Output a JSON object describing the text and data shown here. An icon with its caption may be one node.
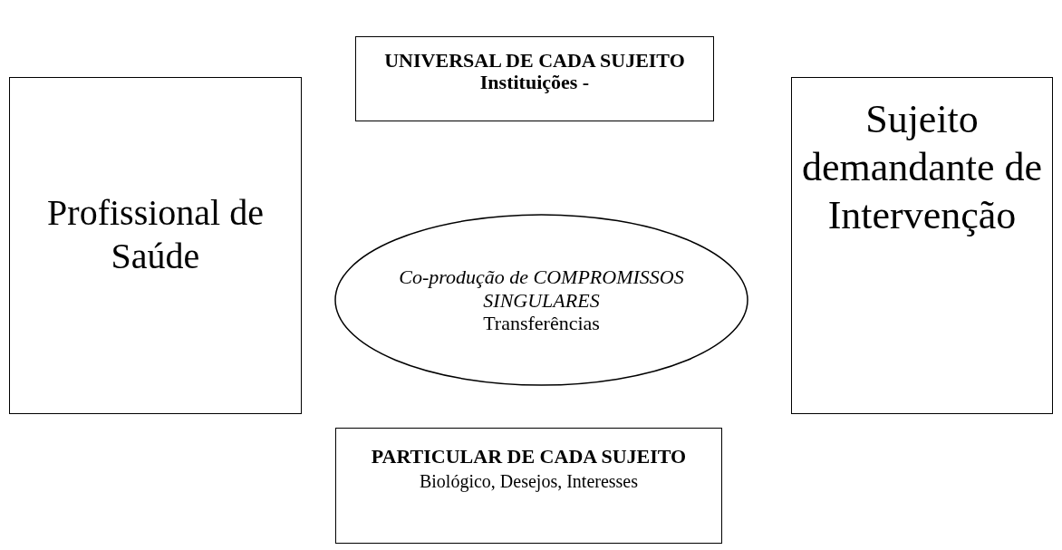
{
  "diagram": {
    "nodes": [
      {
        "text": [
          "UNIVERSAL DE CADA SUJEITO",
          "Instituições -"
        ]
      },
      {
        "text": [
          "Profissional de Saúde"
        ]
      },
      {
        "text": [
          "Co-produção de COMPROMISSOS SINGULARES",
          "Transferências"
        ]
      },
      {
        "text": [
          "Sujeito demandante de Intervenção"
        ]
      },
      {
        "text": [
          "PARTICULAR DE CADA SUJEITO",
          "Biológico, Desejos, Interesses"
        ]
      }
    ],
    "edges": []
  }
}
